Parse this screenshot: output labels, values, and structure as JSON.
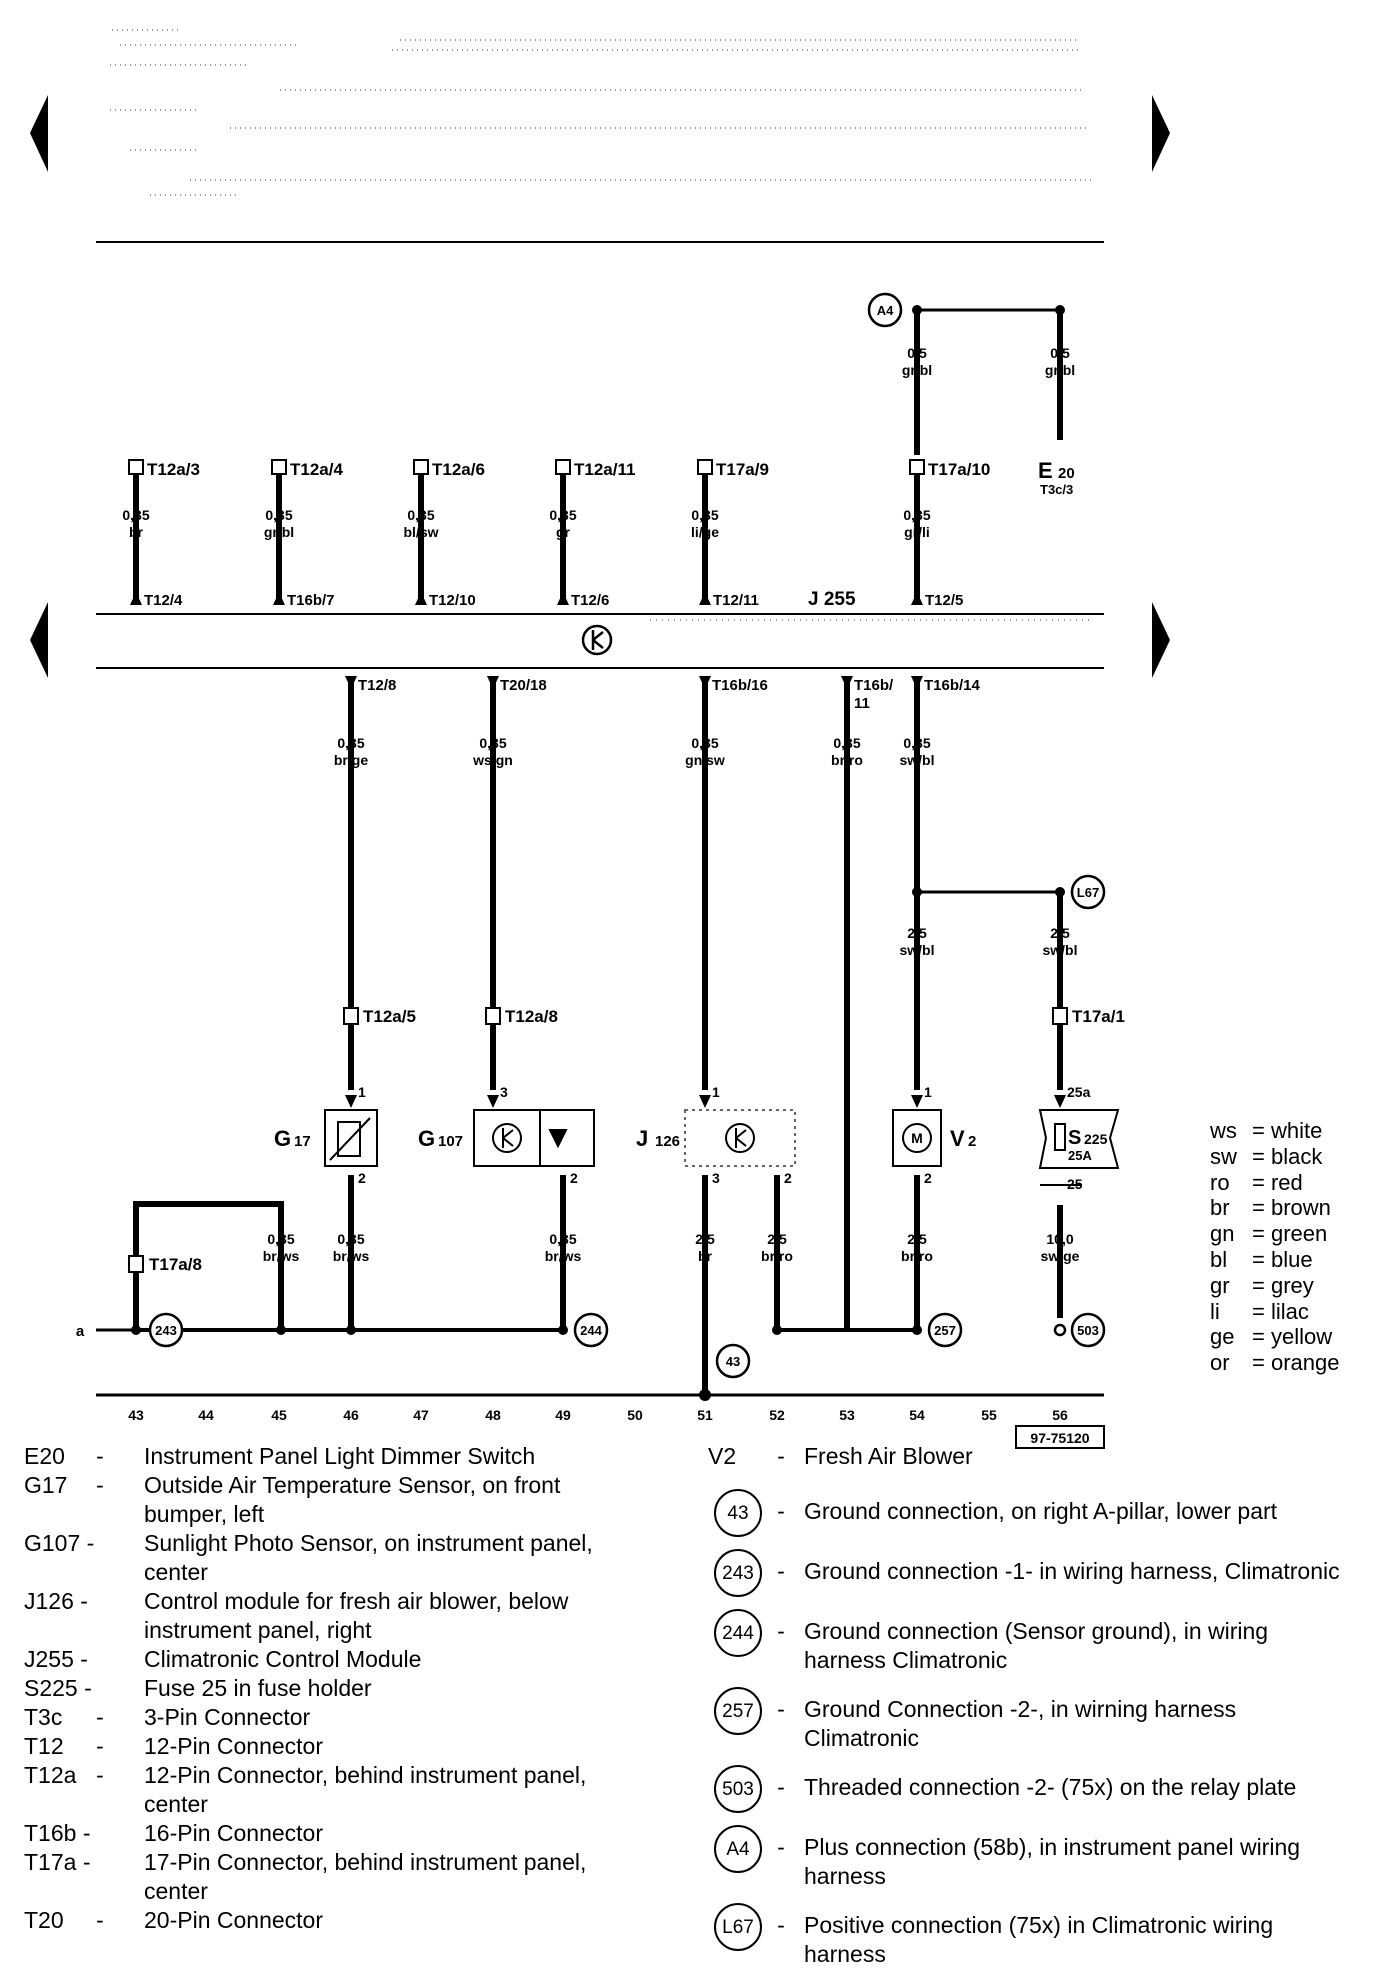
{
  "header": {
    "left_arrow": "triangle-left",
    "right_arrow": "triangle-right"
  },
  "module": {
    "name": "J 255",
    "symbol": "transistor-symbol"
  },
  "wires": [
    {
      "id": "w43",
      "gauge": "0,35",
      "color": "br"
    },
    {
      "id": "w46top",
      "gauge": "0,35",
      "color": "gr/bl"
    },
    {
      "id": "w48top",
      "gauge": "0,35",
      "color": "bl/sw"
    },
    {
      "id": "w50top",
      "gauge": "0,35",
      "color": "gr"
    },
    {
      "id": "w51top",
      "gauge": "0,35",
      "color": "li/ge"
    },
    {
      "id": "w54top",
      "gauge": "0,35",
      "color": "gr/li"
    },
    {
      "id": "wA4a",
      "gauge": "0,5",
      "color": "gr/bl"
    },
    {
      "id": "wA4b",
      "gauge": "0,5",
      "color": "gr/bl"
    },
    {
      "id": "w46mid",
      "gauge": "0,35",
      "color": "br/ge"
    },
    {
      "id": "w48mid",
      "gauge": "0,35",
      "color": "ws/gn"
    },
    {
      "id": "w51mid",
      "gauge": "0,35",
      "color": "gn/sw"
    },
    {
      "id": "w53mid",
      "gauge": "0,35",
      "color": "br/ro"
    },
    {
      "id": "w54mid",
      "gauge": "0,35",
      "color": "sw/bl"
    },
    {
      "id": "w54low",
      "gauge": "2,5",
      "color": "sw/bl"
    },
    {
      "id": "w56low",
      "gauge": "2,5",
      "color": "sw/bl"
    },
    {
      "id": "w45bot",
      "gauge": "0,35",
      "color": "br/ws"
    },
    {
      "id": "w46bot",
      "gauge": "0,35",
      "color": "br/ws"
    },
    {
      "id": "w49bot",
      "gauge": "0,35",
      "color": "br/ws"
    },
    {
      "id": "w51bot",
      "gauge": "2,5",
      "color": "br"
    },
    {
      "id": "w52bot",
      "gauge": "2,5",
      "color": "br/ro"
    },
    {
      "id": "w54bot",
      "gauge": "2,5",
      "color": "br/ro"
    },
    {
      "id": "w56bot",
      "gauge": "10,0",
      "color": "sw/ge"
    }
  ],
  "connectors_top": [
    "T12a/3",
    "T12a/4",
    "T12a/6",
    "T12a/11",
    "T17a/9",
    "T17a/10"
  ],
  "module_pins_top": [
    "T12/4",
    "T16b/7",
    "T12/10",
    "T12/6",
    "T12/11",
    "T12/5"
  ],
  "module_pins_bottom": [
    "T12/8",
    "T20/18",
    "T16b/16",
    "T16b/",
    "11",
    "T16b/14"
  ],
  "connectors_mid": [
    "T12a/5",
    "T12a/8",
    "T17a/1",
    "T17a/8"
  ],
  "components": {
    "e20": "E",
    "e20_sub": "20",
    "e20_pin": "T3c/3",
    "g17": "G",
    "g17_sub": "17",
    "g107": "G",
    "g107_sub": "107",
    "j126": "J",
    "j126_sub": "126",
    "v2": "V",
    "v2_sub": "2",
    "s225": "S",
    "s225_sub": "225",
    "s225_rating": "25A"
  },
  "pins": {
    "p1": "1",
    "p2": "2",
    "p3": "3",
    "p25a": "25a",
    "p25": "25"
  },
  "grounds": {
    "g243": "243",
    "g244": "244",
    "g257": "257",
    "g43": "43",
    "g503": "503",
    "a4": "A4",
    "l67": "L67"
  },
  "left_point": "a",
  "tracks": [
    "43",
    "44",
    "45",
    "46",
    "47",
    "48",
    "49",
    "50",
    "51",
    "52",
    "53",
    "54",
    "55",
    "56"
  ],
  "figure_id": "97-75120",
  "legend_left": [
    {
      "code": "E20",
      "dash": "-",
      "text": "Instrument Panel Light Dimmer Switch"
    },
    {
      "code": "G17",
      "dash": "-",
      "text": "Outside Air Temperature Sensor, on front bumper, left"
    },
    {
      "code": "G107 -",
      "dash": "",
      "text": "Sunlight Photo Sensor, on instrument panel, center"
    },
    {
      "code": "J126 -",
      "dash": "",
      "text": "Control module for fresh air blower, below instrument panel, right"
    },
    {
      "code": "J255 -",
      "dash": "",
      "text": "Climatronic Control Module"
    },
    {
      "code": "S225 -",
      "dash": "",
      "text": "Fuse 25 in fuse holder"
    },
    {
      "code": "T3c",
      "dash": "-",
      "text": "3-Pin Connector"
    },
    {
      "code": "T12",
      "dash": "-",
      "text": "12-Pin Connector"
    },
    {
      "code": "T12a",
      "dash": "-",
      "text": "12-Pin Connector, behind instrument panel, center"
    },
    {
      "code": "T16b -",
      "dash": "",
      "text": "16-Pin Connector"
    },
    {
      "code": "T17a -",
      "dash": "",
      "text": "17-Pin Connector, behind instrument panel, center"
    },
    {
      "code": "T20",
      "dash": "-",
      "text": "20-Pin Connector"
    }
  ],
  "legend_right_v2": {
    "code": "V2",
    "dash": "-",
    "text": "Fresh Air Blower"
  },
  "legend_right": [
    {
      "code": "43",
      "dash": "-",
      "text": "Ground connection, on right A-pillar, lower part"
    },
    {
      "code": "243",
      "dash": "-",
      "text": "Ground connection -1- in wiring harness, Climatronic"
    },
    {
      "code": "244",
      "dash": "-",
      "text": "Ground connection (Sensor ground), in wiring harness Climatronic"
    },
    {
      "code": "257",
      "dash": "-",
      "text": "Ground Connection -2-, in wirning harness Climatronic"
    },
    {
      "code": "503",
      "dash": "-",
      "text": "Threaded connection -2- (75x) on the relay plate"
    },
    {
      "code": "A4",
      "dash": "-",
      "text": "Plus connection (58b), in instrument panel wiring harness"
    },
    {
      "code": "L67",
      "dash": "-",
      "text": "Positive connection (75x) in Climatronic wiring harness"
    }
  ],
  "color_codes": [
    {
      "code": "ws",
      "name": "= white"
    },
    {
      "code": "sw",
      "name": "= black"
    },
    {
      "code": "ro",
      "name": "= red"
    },
    {
      "code": "br",
      "name": "= brown"
    },
    {
      "code": "gn",
      "name": "= green"
    },
    {
      "code": "bl",
      "name": "= blue"
    },
    {
      "code": "gr",
      "name": "= grey"
    },
    {
      "code": "li",
      "name": "= lilac"
    },
    {
      "code": "ge",
      "name": "= yellow"
    },
    {
      "code": "or",
      "name": "= orange"
    }
  ]
}
